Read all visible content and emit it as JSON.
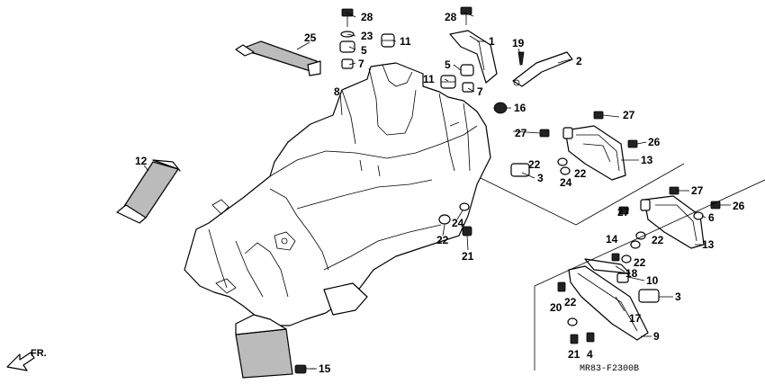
{
  "diagram_code": "MR83-F2300B",
  "direction_marker": "FR.",
  "callouts": {
    "c1": "1",
    "c2": "2",
    "c3a": "3",
    "c3b": "3",
    "c4": "4",
    "c5a": "5",
    "c5b": "5",
    "c6": "6",
    "c7a": "7",
    "c7b": "7",
    "c8": "8",
    "c9": "9",
    "c10": "10",
    "c11a": "11",
    "c11b": "11",
    "c12": "12",
    "c13a": "13",
    "c13b": "13",
    "c14": "14",
    "c15": "15",
    "c16": "16",
    "c17": "17",
    "c18": "18",
    "c19": "19",
    "c20": "20",
    "c21a": "21",
    "c21b": "21",
    "c22a": "22",
    "c22b": "22",
    "c22c": "22",
    "c22d": "22",
    "c22e": "22",
    "c22f": "22",
    "c23": "23",
    "c24a": "24",
    "c24b": "24",
    "c25": "25",
    "c26a": "26",
    "c26b": "26",
    "c27a": "27",
    "c27b": "27",
    "c27c": "27",
    "c27d": "27",
    "c28a": "28",
    "c28b": "28"
  },
  "colors": {
    "line": "#000000",
    "background": "#ffffff",
    "texture": "#bbbbbb"
  },
  "icons": [
    "front-direction-arrow-icon"
  ]
}
